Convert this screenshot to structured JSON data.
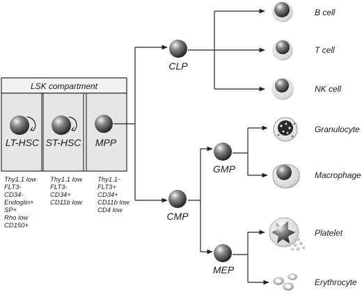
{
  "lsk_title": "LSK compartment",
  "stages": {
    "lt_hsc": "LT-HSC",
    "st_hsc": "ST-HSC",
    "mpp": "MPP"
  },
  "markers": {
    "lt_hsc": [
      "Thy1.1 low",
      "FLT3-",
      "CD34-",
      "Endoglin+",
      "SP+",
      "Rho low",
      "CD150+"
    ],
    "st_hsc": [
      "Thy1.1 low",
      "FLT3-",
      "CD34+",
      "CD11b low"
    ],
    "mpp": [
      "Thy1.1-",
      "FLT3+",
      "CD34+",
      "CD11b low",
      "CD4 low"
    ]
  },
  "progenitors": {
    "clp": "CLP",
    "cmp": "CMP",
    "gmp": "GMP",
    "mep": "MEP"
  },
  "cells": {
    "b_cell": "B cell",
    "t_cell": "T cell",
    "nk_cell": "NK cell",
    "granulocyte": "Granulocyte",
    "macrophage": "Macrophage",
    "platelet": "Platelet",
    "erythrocyte": "Erythrocyte"
  },
  "colors": {
    "box_fill": "#ececec",
    "title_fill": "#f2f2f2",
    "line": "#222222"
  }
}
